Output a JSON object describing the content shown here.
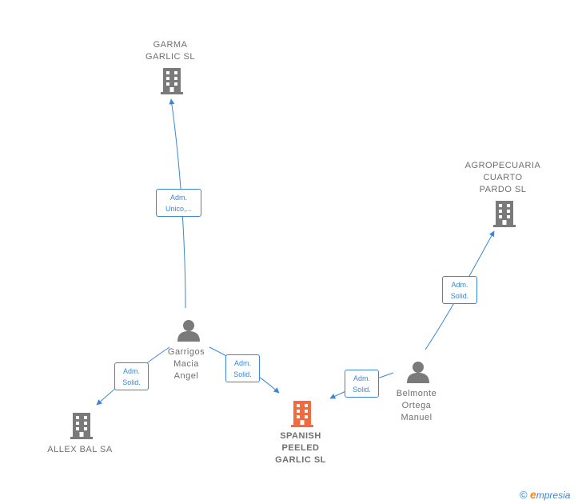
{
  "nodes": {
    "garma": {
      "label": "GARMA\nGARLIC SL",
      "type": "company"
    },
    "agropecuaria": {
      "label": "AGROPECUARIA\nCUARTO\nPARDO SL",
      "type": "company"
    },
    "garrigos": {
      "label": "Garrigos\nMacia\nAngel",
      "type": "person"
    },
    "belmonte": {
      "label": "Belmonte\nOrtega\nManuel",
      "type": "person"
    },
    "allex": {
      "label": "ALLEX BAL SA",
      "type": "company"
    },
    "spanish": {
      "label": "SPANISH\nPEELED\nGARLIC SL",
      "type": "company-main"
    }
  },
  "edges": {
    "garrigos_garma": {
      "line1": "Adm.",
      "line2": "Unico,..."
    },
    "garrigos_allex": {
      "line1": "Adm.",
      "line2": "Solid."
    },
    "garrigos_spanish": {
      "line1": "Adm.",
      "line2": "Solid."
    },
    "belmonte_spanish": {
      "line1": "Adm.",
      "line2": "Solid."
    },
    "belmonte_agropecuaria": {
      "line1": "Adm.",
      "line2": "Solid."
    }
  },
  "footer": {
    "copyright": "©",
    "brand_initial": "e",
    "brand_rest": "mpresia"
  },
  "colors": {
    "edge": "#3a87d6",
    "node_gray": "#7a7a7a",
    "main_node": "#f26a3d"
  }
}
